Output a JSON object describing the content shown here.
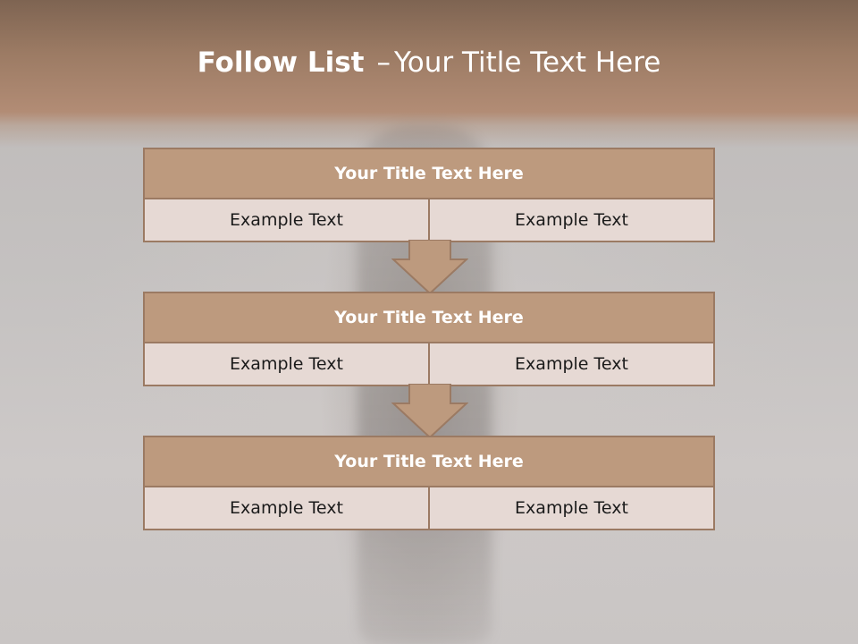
{
  "title": {
    "bold": "Follow List",
    "separator": "–",
    "rest": "Your Title Text Here"
  },
  "steps": [
    {
      "title": "Your Title Text Here",
      "left": "Example Text",
      "right": "Example Text"
    },
    {
      "title": "Your Title Text Here",
      "left": "Example Text",
      "right": "Example Text"
    },
    {
      "title": "Your Title Text Here",
      "left": "Example Text",
      "right": "Example Text"
    }
  ],
  "colors": {
    "header": "#9c7b64",
    "box_title": "#bd9a7e",
    "box_body": "#e6d9d4",
    "border": "#9b7a63",
    "arrow": "#bd9a7e"
  }
}
